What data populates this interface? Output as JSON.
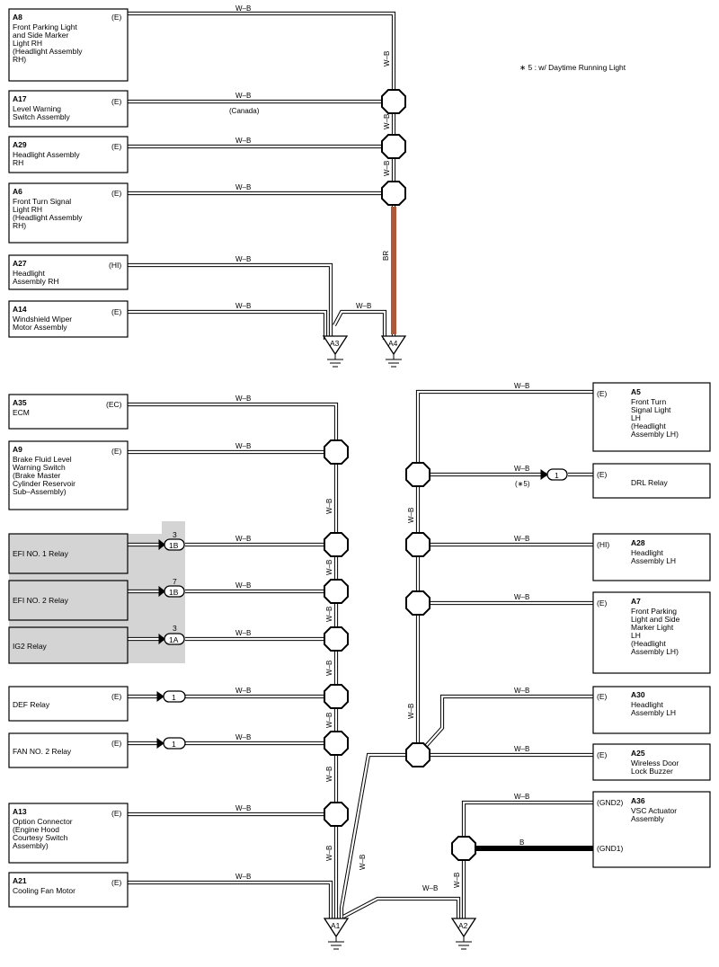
{
  "note": "∗ 5 : w/ Daytime Running Light",
  "wire_colors": {
    "wb": "W–B",
    "br": "BR",
    "b": "B"
  },
  "wire_hex": {
    "white_black": "#000000",
    "brown": "#b0583a",
    "black": "#000000"
  },
  "conditions": {
    "canada": "(Canada)",
    "star5": "(∗5)"
  },
  "components": {
    "a8": {
      "code": "A8",
      "lines": [
        "Front Parking Light",
        "and Side Marker",
        "Light RH",
        "(Headlight Assembly",
        " RH)"
      ],
      "pin": "(E)"
    },
    "a17": {
      "code": "A17",
      "lines": [
        "Level Warning",
        "Switch Assembly"
      ],
      "pin": "(E)"
    },
    "a29": {
      "code": "A29",
      "lines": [
        "Headlight Assembly",
        "RH"
      ],
      "pin": "(E)"
    },
    "a6": {
      "code": "A6",
      "lines": [
        "Front Turn Signal",
        "Light RH",
        "(Headlight Assembly",
        " RH)"
      ],
      "pin": "(E)"
    },
    "a27": {
      "code": "A27",
      "lines": [
        "Headlight",
        "Assembly RH"
      ],
      "pin": "(HI)"
    },
    "a14": {
      "code": "A14",
      "lines": [
        "Windshield Wiper",
        "Motor Assembly"
      ],
      "pin": "(E)"
    },
    "a35": {
      "code": "A35",
      "lines": [
        "ECM"
      ],
      "pin": "(EC)"
    },
    "a9": {
      "code": "A9",
      "lines": [
        "Brake Fluid Level",
        "Warning Switch",
        "(Brake Master",
        " Cylinder Reservoir",
        " Sub–Assembly)"
      ],
      "pin": "(E)"
    },
    "efi1": {
      "label": "EFI NO. 1 Relay",
      "conn_num": "3",
      "conn_id": "1B"
    },
    "efi2": {
      "label": "EFI NO. 2 Relay",
      "conn_num": "7",
      "conn_id": "1B"
    },
    "ig2": {
      "label": "IG2 Relay",
      "conn_num": "3",
      "conn_id": "1A"
    },
    "def": {
      "label": "DEF Relay",
      "pin": "(E)",
      "conn_id": "1"
    },
    "fan2": {
      "label": "FAN NO. 2 Relay",
      "pin": "(E)",
      "conn_id": "1"
    },
    "a13": {
      "code": "A13",
      "lines": [
        "Option Connector",
        "(Engine Hood",
        " Courtesy Switch",
        " Assembly)"
      ],
      "pin": "(E)"
    },
    "a21": {
      "code": "A21",
      "lines": [
        "Cooling Fan Motor"
      ],
      "pin": "(E)"
    },
    "a5": {
      "code": "A5",
      "lines": [
        "Front Turn",
        "Signal Light",
        "LH",
        "(Headlight",
        " Assembly LH)"
      ],
      "pin": "(E)"
    },
    "drl": {
      "label": "DRL Relay",
      "pin": "(E)",
      "conn_id": "1"
    },
    "a28": {
      "code": "A28",
      "lines": [
        "Headlight",
        "Assembly LH"
      ],
      "pin": "(HI)"
    },
    "a7": {
      "code": "A7",
      "lines": [
        "Front Parking",
        "Light and Side",
        "Marker Light",
        "LH",
        "(Headlight",
        " Assembly LH)"
      ],
      "pin": "(E)"
    },
    "a30": {
      "code": "A30",
      "lines": [
        "Headlight",
        "Assembly LH"
      ],
      "pin": "(E)"
    },
    "a25": {
      "code": "A25",
      "lines": [
        "Wireless Door",
        "Lock Buzzer"
      ],
      "pin": "(E)"
    },
    "a36": {
      "code": "A36",
      "lines": [
        "VSC Actuator",
        "Assembly"
      ],
      "pin1": "(GND2)",
      "pin2": "(GND1)"
    }
  },
  "grounds": {
    "a1": "A1",
    "a2": "A2",
    "a3": "A3",
    "a4": "A4"
  }
}
